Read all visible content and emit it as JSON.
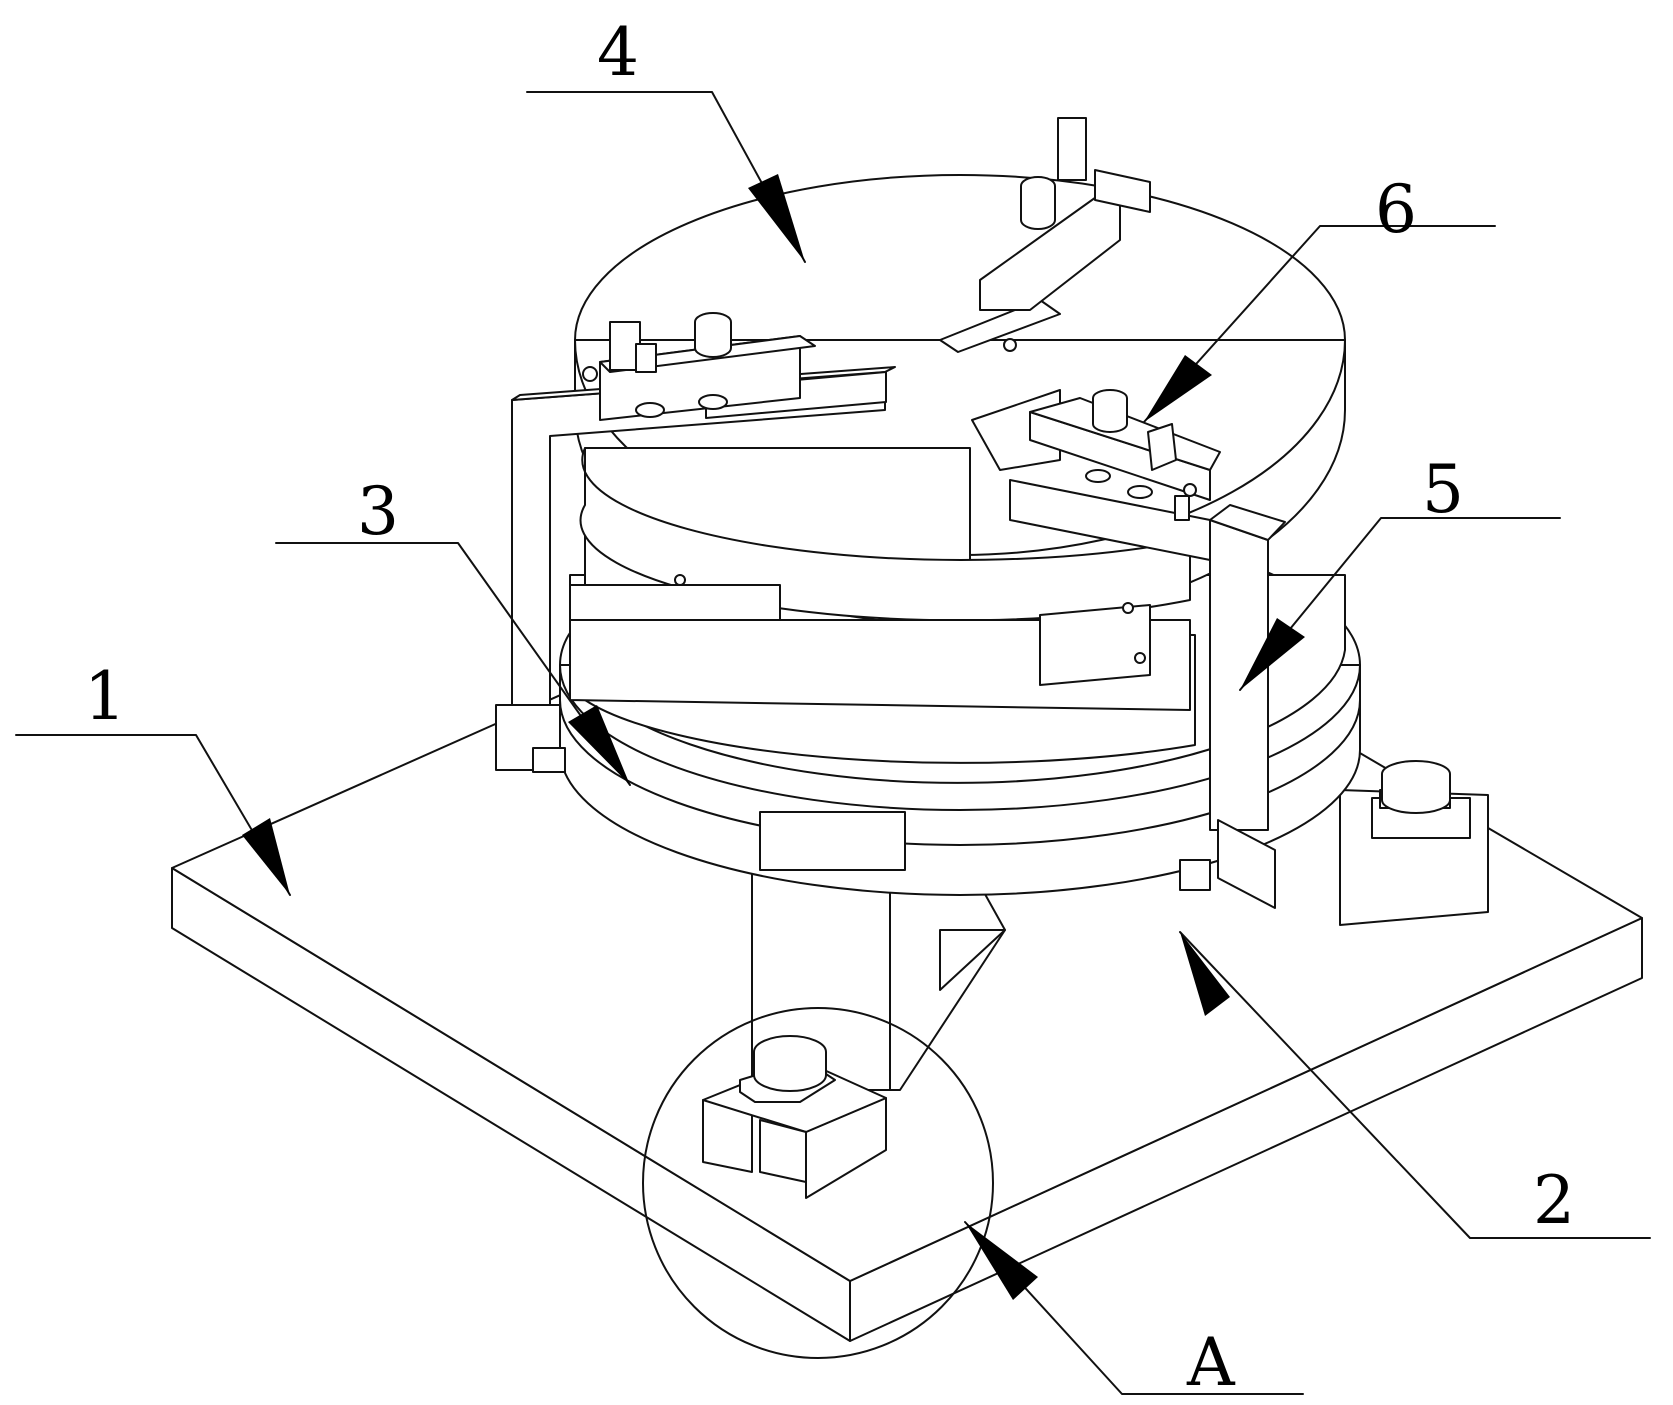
{
  "callouts": [
    {
      "id": "label-1",
      "text": "1"
    },
    {
      "id": "label-2",
      "text": "2"
    },
    {
      "id": "label-3",
      "text": "3"
    },
    {
      "id": "label-4",
      "text": "4"
    },
    {
      "id": "label-5",
      "text": "5"
    },
    {
      "id": "label-6",
      "text": "6"
    },
    {
      "id": "label-A",
      "text": "A"
    }
  ],
  "colors": {
    "line": "#111111",
    "background": "#ffffff"
  }
}
